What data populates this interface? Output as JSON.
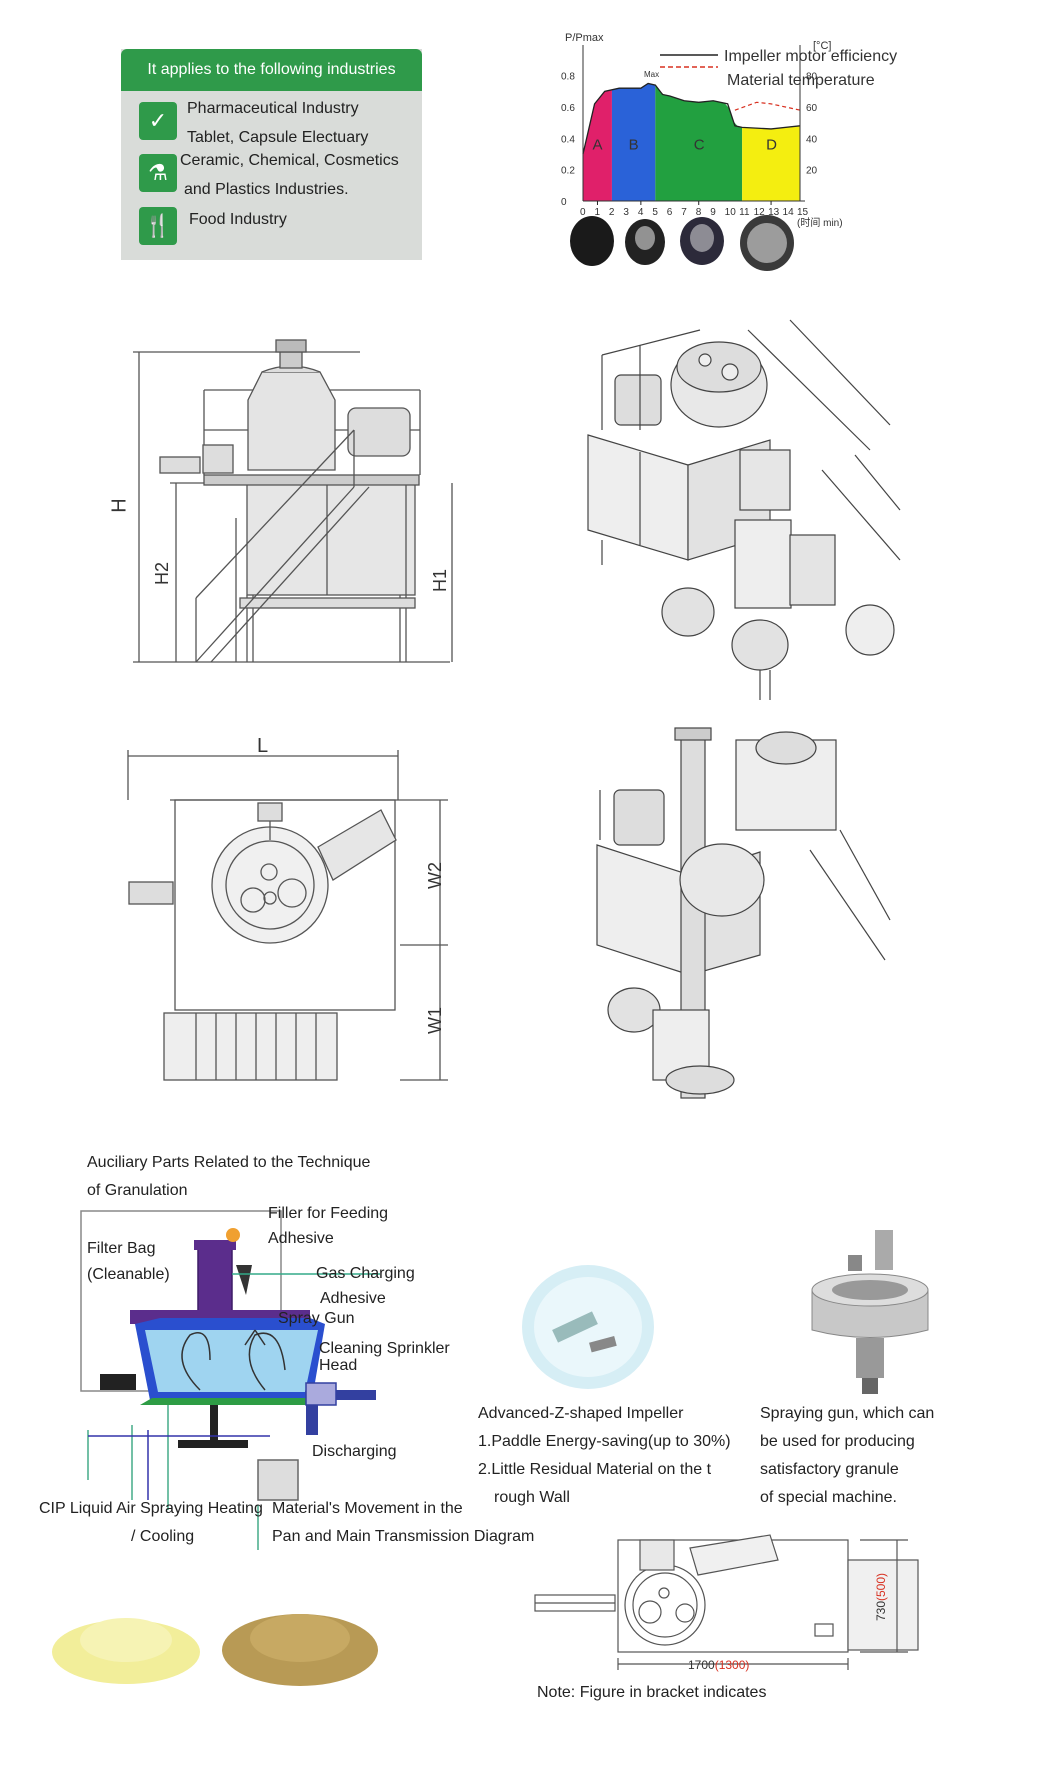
{
  "industries": {
    "header": "It applies to the following industries",
    "items": [
      {
        "icon": "mortar-pestle-icon",
        "lines": [
          "Pharmaceutical Industry",
          "Tablet,  Capsule  Electuary"
        ]
      },
      {
        "icon": "flask-icon",
        "lines": [
          "Ceramic, Chemical, Cosmetics",
          "and Plastics Industries."
        ]
      },
      {
        "icon": "fork-knife-icon",
        "lines": [
          "Food Industry"
        ]
      }
    ]
  },
  "chart_data": {
    "type": "area",
    "y_left_label": "P/Pmax",
    "y_right_label": "[°C]",
    "x_label": "(时间 min)",
    "x": [
      0,
      1,
      2,
      3,
      4,
      5,
      6,
      7,
      8,
      9,
      10,
      11,
      12,
      13,
      14,
      15
    ],
    "y_left_ticks": [
      "0.8",
      "0.6",
      "0.4",
      "0.2",
      "0"
    ],
    "y_right_ticks": [
      "80",
      "60",
      "40",
      "20"
    ],
    "max_label": "Max",
    "legend": [
      "Impeller motor efficiency",
      "Material temperature"
    ],
    "phases": [
      {
        "label": "A",
        "from": 0,
        "to": 2,
        "color": "#e0206a"
      },
      {
        "label": "B",
        "from": 2,
        "to": 5,
        "color": "#2a62d8"
      },
      {
        "label": "C",
        "from": 5,
        "to": 11,
        "color": "#22a040"
      },
      {
        "label": "D",
        "from": 11,
        "to": 15,
        "color": "#f4ee10"
      }
    ],
    "power_curve": [
      [
        0,
        0.3
      ],
      [
        0.8,
        0.62
      ],
      [
        1.5,
        0.7
      ],
      [
        2.5,
        0.72
      ],
      [
        4,
        0.72
      ],
      [
        4.5,
        0.75
      ],
      [
        5,
        0.74
      ],
      [
        5.5,
        0.68
      ],
      [
        6,
        0.67
      ],
      [
        7,
        0.64
      ],
      [
        8,
        0.63
      ],
      [
        9,
        0.64
      ],
      [
        10,
        0.62
      ],
      [
        10.5,
        0.48
      ],
      [
        11,
        0.47
      ],
      [
        13,
        0.46
      ],
      [
        15,
        0.48
      ]
    ],
    "temp_curve": [
      [
        10.5,
        58
      ],
      [
        12,
        63
      ],
      [
        13,
        62
      ],
      [
        15,
        58
      ]
    ]
  },
  "dim_labels": {
    "H": "H",
    "H1": "H1",
    "H2": "H2",
    "L": "L",
    "W1": "W1",
    "W2": "W2"
  },
  "aux": {
    "title_line1": "Auciliary Parts Related to the Technique",
    "title_line2": "of Granulation",
    "filler_l1": "Filler for Feeding",
    "filler_l2": "Adhesive",
    "filter_l1": "Filter Bag",
    "filter_l2": "(Cleanable)",
    "gas_l1": "Gas Charging",
    "gas_l2": "Adhesive",
    "spray": "Spray Gun",
    "clean_l1": "Cleaning Sprinkler",
    "clean_l2": "Head",
    "discharging": "Discharging",
    "cip_l1": "CIP Liquid Air Spraying Heating",
    "cip_l2": "/ Cooling",
    "movement_l1": "Material's Movement in the",
    "movement_l2": "Pan and Main Transmission Diagram"
  },
  "impeller": {
    "l1": "Advanced-Z-shaped Impeller",
    "l2": "1.Paddle Energy-saving(up to 30%)",
    "l3": "2.Little Residual Material on the t",
    "l4": "rough Wall"
  },
  "spraygun": {
    "l1": "Spraying gun, which can",
    "l2": "be used  for producing",
    "l3": "satisfactory granule",
    "l4": "of special machine."
  },
  "footprint": {
    "length": "1700",
    "length_bracket": "(1300)",
    "height": "730",
    "height_bracket": "(500)",
    "note": "Note: Figure in bracket indicates"
  },
  "colors": {
    "green": "#2f9a4a",
    "panel": "#d9dcd9",
    "bracket_red": "#d83020"
  }
}
